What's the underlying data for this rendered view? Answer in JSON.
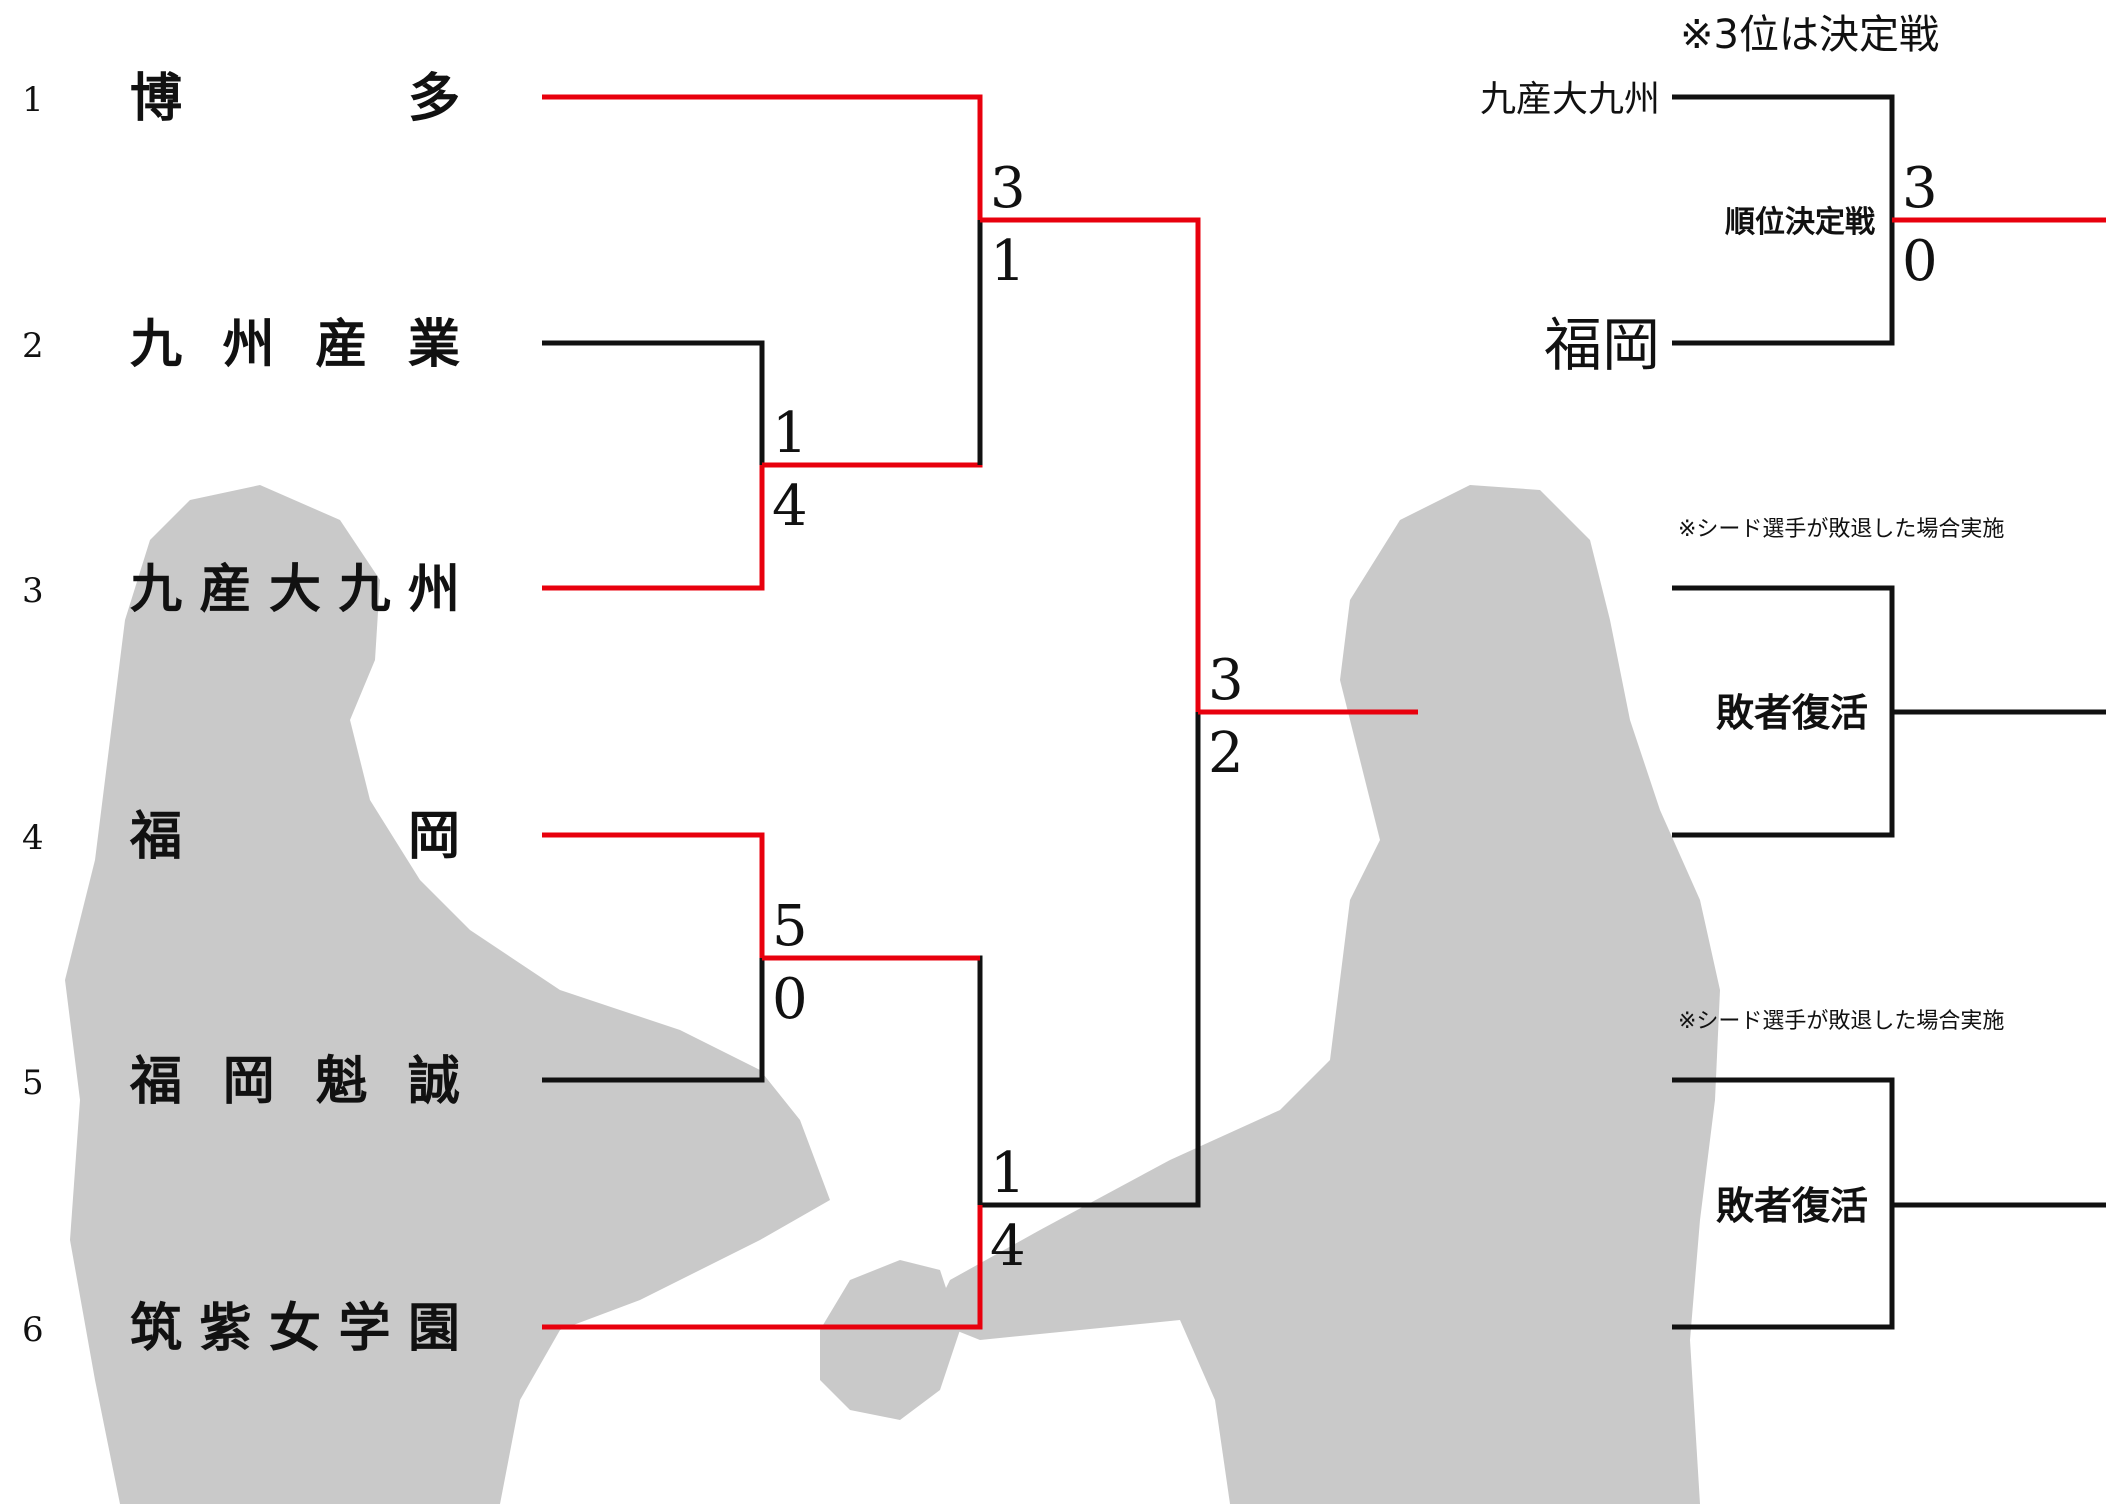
{
  "colors": {
    "win": "#e8000d",
    "loss": "#111111",
    "silhouette": "#c9c9c9"
  },
  "teams": [
    {
      "seed": "1",
      "name": "博　　　　多"
    },
    {
      "seed": "2",
      "name": "九 州 産 業"
    },
    {
      "seed": "3",
      "name": "九 産 大 九 州"
    },
    {
      "seed": "4",
      "name": "福　　　　岡"
    },
    {
      "seed": "5",
      "name": "福 岡 魁 誠"
    },
    {
      "seed": "6",
      "name": "筑 紫 女 学 園"
    }
  ],
  "scores": {
    "m1_top": "1",
    "m1_bottom": "4",
    "m2_top": "5",
    "m2_bottom": "0",
    "m3_top": "3",
    "m3_bottom": "1",
    "m4_top": "1",
    "m4_bottom": "4",
    "final_top": "3",
    "final_bottom": "2",
    "third_top": "3",
    "third_bottom": "0"
  },
  "third_place": {
    "note": "※3位は決定戦",
    "team_top": "九産大九州",
    "team_bottom": "福岡",
    "label": "順位決定戦"
  },
  "repechage": [
    {
      "note": "※シード選手が敗退した場合実施",
      "label": "敗者復活"
    },
    {
      "note": "※シード選手が敗退した場合実施",
      "label": "敗者復活"
    }
  ]
}
